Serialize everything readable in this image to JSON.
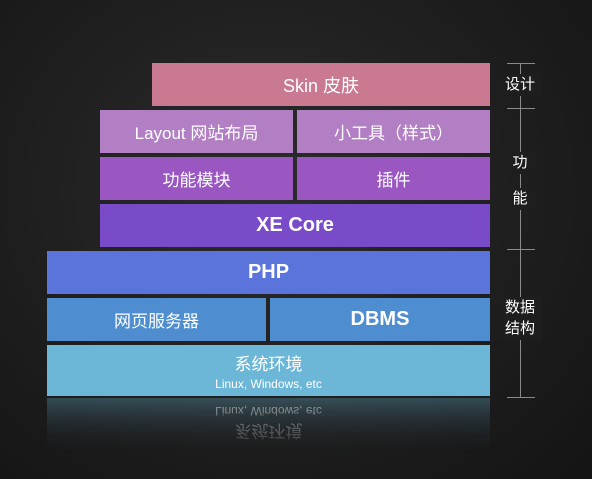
{
  "layers": {
    "skin": "Skin 皮肤",
    "layout": "Layout 网站布局",
    "tools": "小工具（样式）",
    "modules": "功能模块",
    "plugins": "插件",
    "core": "XE Core",
    "php": "PHP",
    "webserver": "网页服务器",
    "dbms": "DBMS",
    "system": "系统环境",
    "system_sub": "Linux, Windows, etc"
  },
  "axis": {
    "design": "设计",
    "function_1": "功",
    "function_2": "能",
    "data_1": "数据",
    "data_2": "结构"
  },
  "colors": {
    "skin": "#c97a90",
    "layout": "#b27ec4",
    "modules": "#9a57c2",
    "core": "#7a4bc9",
    "php": "#5a74dc",
    "server": "#4e8ed0",
    "system": "#6cb7d8"
  }
}
